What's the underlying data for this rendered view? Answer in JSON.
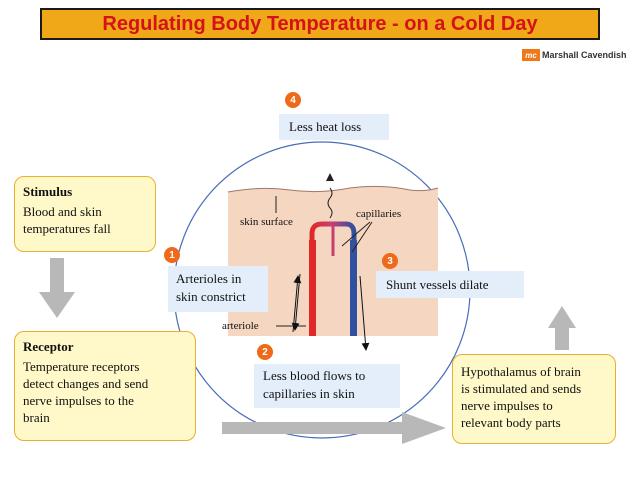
{
  "title": "Regulating Body Temperature - on a Cold Day",
  "brand": {
    "logo_letters": "mc",
    "name": "Marshall Cavendish"
  },
  "stimulus": {
    "heading": "Stimulus",
    "line1": "Blood and skin",
    "line2": "temperatures fall"
  },
  "receptor": {
    "heading": "Receptor",
    "line1": "Temperature receptors",
    "line2": "detect changes and send",
    "line3": "nerve impulses to the",
    "line4": "brain"
  },
  "hypothalamus": {
    "line1": "Hypothalamus of brain",
    "line2": "is stimulated and sends",
    "line3": "nerve impulses to",
    "line4": "relevant body parts"
  },
  "steps": [
    {
      "number": "1",
      "line1": "Arterioles in",
      "line2": "skin constrict"
    },
    {
      "number": "2",
      "line1": "Less blood flows to",
      "line2": "capillaries in skin"
    },
    {
      "number": "3",
      "line1": "Shunt vessels dilate"
    },
    {
      "number": "4",
      "line1": "Less heat loss"
    }
  ],
  "labels": {
    "skin_surface": "skin surface",
    "capillaries": "capillaries",
    "arteriole": "arteriole"
  },
  "colors": {
    "title_bg": "#f0a818",
    "title_text": "#d4121a",
    "skin": "#f5d6c0",
    "badge": "#ee6a1a",
    "artery": "#e02828",
    "vein": "#3050a0"
  }
}
